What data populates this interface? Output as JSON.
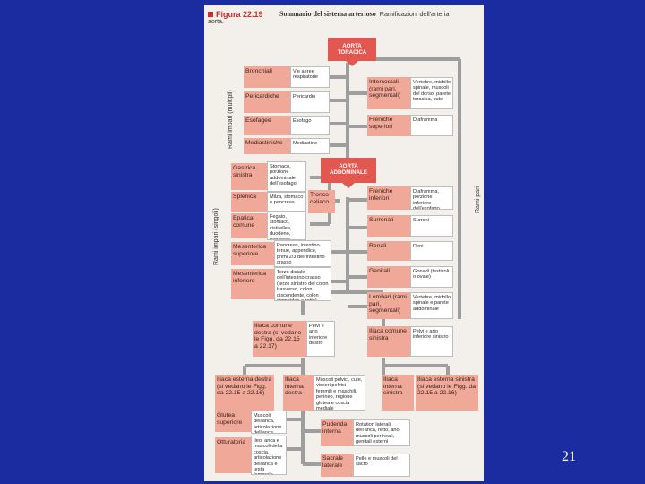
{
  "figure": {
    "number": "Figura 22.19",
    "title": "Sommario del sistema arterioso",
    "caption_start": "Ramificazioni dell'arteria",
    "caption_end": "aorta."
  },
  "side_labels": {
    "paired_thoracic": "Rami impari (multipli)",
    "unpaired": "Rami impari (singoli)",
    "paired": "Rami pari"
  },
  "nodes": {
    "aorta_toracica": "AORTA TORACICA",
    "aorta_addominale": "AORTA ADDOMINALE",
    "tronco_celiaco": "Tronco celiaco",
    "bronchiali": "Bronchiali",
    "bronchiali_desc": "Vie aeree respiratorie",
    "pericardiche": "Pericardiche",
    "pericardiche_desc": "Pericardio",
    "esofagee": "Esofagee",
    "esofagee_desc": "Esofago",
    "mediastiniche": "Mediastiniche",
    "mediastiniche_desc": "Mediastino",
    "intercostali": "Intercostali (rami pari, segmentali)",
    "intercostali_desc": "Vertebre, midollo spinale, muscoli del dorso, parete toracica, cute",
    "freniche_sup": "Freniche superiori",
    "freniche_sup_desc": "Diaframma",
    "gastrica": "Gastrica sinistra",
    "gastrica_desc": "Stomaco, porzione addominale dell'esofago",
    "splenica": "Splenica",
    "splenica_desc": "Milza, stomaco e pancreas",
    "epatica": "Epatica comune",
    "epatica_desc": "Fegato, stomaco, cistifellea, duodeno, pancreas",
    "mes_sup": "Mesenterica superiore",
    "mes_sup_desc": "Pancreas, intestino tenue, appendice, primi 2/3 dell'intestino crasso",
    "mes_inf": "Mesenterica inferiore",
    "mes_inf_desc": "Terzo distale dell'intestino crasso (terzo sinistro del colon trasverso, colon discendente, colon sigmoideo e retto)",
    "freniche_inf": "Freniche inferiori",
    "freniche_inf_desc": "Diaframma, porzione inferiore dell'esofago",
    "surrenali": "Surrenali",
    "surrenali_desc": "Surreni",
    "renali": "Renali",
    "renali_desc": "Reni",
    "genitali": "Genitali",
    "genitali_desc": "Gonadi (testicoli o ovaie)",
    "lombari": "Lombari (rami pari, segmentali)",
    "lombari_desc": "Vertebre, midollo spinale e parete addominale",
    "iliaca_dx": "Iliaca comune destra (si vedano le Figg. da 22.15 a 22.17)",
    "iliaca_dx_desc": "Pelvi e arto inferiore destro",
    "iliaca_sx": "Iliaca comune sinistra",
    "iliaca_sx_desc": "Pelvi e arto inferiore sinistro",
    "ext_dx": "Iliaca esterna destra (si vedano le Figg. da 22.15 a 22.16)",
    "int_dx": "Iliaca interna destra",
    "int_dx_desc": "Muscoli pelvici, cute, visceri pelvici femmili e maschili, perineo, regione glutea e coscia mediale",
    "int_sx": "Iliaca interna sinistra",
    "ext_sx": "Iliaca esterna sinistra (si vedano le Figg. da 22.15 a 22.16)",
    "glutee": "Glutea superiore",
    "glutee_desc": "Muscoli dell'anca, articolazione dell'anca",
    "otturatoria": "Otturatoria",
    "otturatoria_desc": "Ileo, anca e muscoli della coscia, articolazione dell'anca e testa femorale",
    "pudenda": "Pudenda interna",
    "pudenda_desc": "Rotation laterali dell'anca, retto, ano, muscoli perineali, genitali esterni",
    "sacrale": "Sacrale laterale",
    "sacrale_desc": "Pelle e muscoli del sacro"
  },
  "colors": {
    "background": "#1b2ba0",
    "page": "#f3f0eb",
    "primary_box": "#f0a898",
    "aorta": "#e2574f",
    "connector": "#9e9e9e"
  },
  "slide_number": "21"
}
